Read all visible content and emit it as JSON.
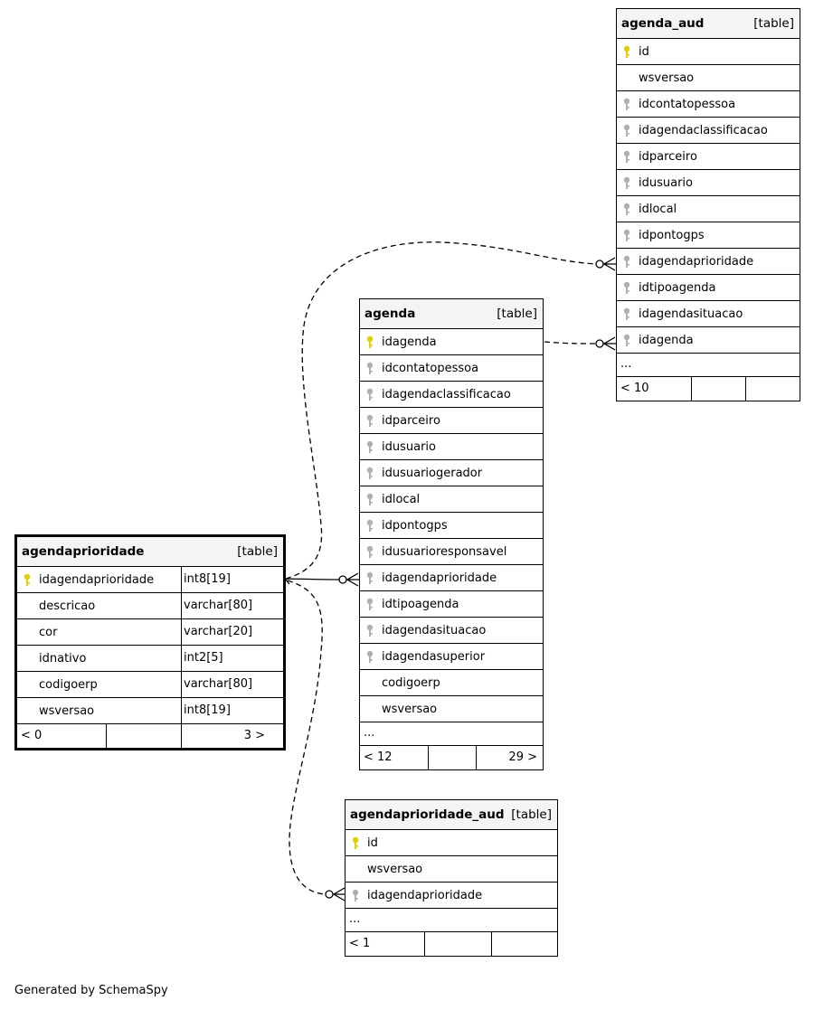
{
  "tables": {
    "agenda_aud": {
      "name": "agenda_aud",
      "kind": "[table]",
      "columns": [
        {
          "name": "id",
          "key": "pk"
        },
        {
          "name": "wsversao",
          "key": "none"
        },
        {
          "name": "idcontatopessoa",
          "key": "fk"
        },
        {
          "name": "idagendaclassificacao",
          "key": "fk"
        },
        {
          "name": "idparceiro",
          "key": "fk"
        },
        {
          "name": "idusuario",
          "key": "fk"
        },
        {
          "name": "idlocal",
          "key": "fk"
        },
        {
          "name": "idpontogps",
          "key": "fk"
        },
        {
          "name": "idagendaprioridade",
          "key": "fk"
        },
        {
          "name": "idtipoagenda",
          "key": "fk"
        },
        {
          "name": "idagendasituacao",
          "key": "fk"
        },
        {
          "name": "idagenda",
          "key": "fk"
        }
      ],
      "ellipsis": "...",
      "footer": {
        "parents": "< 10",
        "children": ""
      }
    },
    "agenda": {
      "name": "agenda",
      "kind": "[table]",
      "columns": [
        {
          "name": "idagenda",
          "key": "pk"
        },
        {
          "name": "idcontatopessoa",
          "key": "fk"
        },
        {
          "name": "idagendaclassificacao",
          "key": "fk"
        },
        {
          "name": "idparceiro",
          "key": "fk"
        },
        {
          "name": "idusuario",
          "key": "fk"
        },
        {
          "name": "idusuariogerador",
          "key": "fk"
        },
        {
          "name": "idlocal",
          "key": "fk"
        },
        {
          "name": "idpontogps",
          "key": "fk"
        },
        {
          "name": "idusuarioresponsavel",
          "key": "fk"
        },
        {
          "name": "idagendaprioridade",
          "key": "fk"
        },
        {
          "name": "idtipoagenda",
          "key": "fk"
        },
        {
          "name": "idagendasituacao",
          "key": "fk"
        },
        {
          "name": "idagendasuperior",
          "key": "fk"
        },
        {
          "name": "codigoerp",
          "key": "none"
        },
        {
          "name": "wsversao",
          "key": "none"
        }
      ],
      "ellipsis": "...",
      "footer": {
        "parents": "< 12",
        "children": "29 >"
      }
    },
    "agendaprioridade": {
      "name": "agendaprioridade",
      "kind": "[table]",
      "columns": [
        {
          "name": "idagendaprioridade",
          "type": "int8[19]",
          "key": "pk"
        },
        {
          "name": "descricao",
          "type": "varchar[80]",
          "key": "none"
        },
        {
          "name": "cor",
          "type": "varchar[20]",
          "key": "none"
        },
        {
          "name": "idnativo",
          "type": "int2[5]",
          "key": "none"
        },
        {
          "name": "codigoerp",
          "type": "varchar[80]",
          "key": "none"
        },
        {
          "name": "wsversao",
          "type": "int8[19]",
          "key": "none"
        }
      ],
      "footer": {
        "parents": "< 0",
        "children": "3 >"
      }
    },
    "agendaprioridade_aud": {
      "name": "agendaprioridade_aud",
      "kind": "[table]",
      "columns": [
        {
          "name": "id",
          "key": "pk"
        },
        {
          "name": "wsversao",
          "key": "none"
        },
        {
          "name": "idagendaprioridade",
          "key": "fk"
        }
      ],
      "ellipsis": "...",
      "footer": {
        "parents": "< 1",
        "children": ""
      }
    }
  },
  "colors": {
    "primary_key": "#e0d000",
    "foreign_key": "#b0b0b0",
    "header_bg": "#f4f4f4"
  },
  "credit": "Generated by SchemaSpy"
}
